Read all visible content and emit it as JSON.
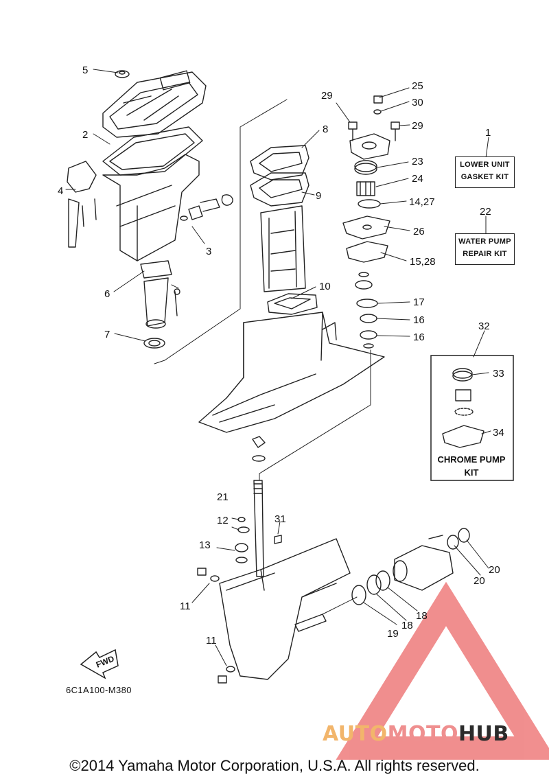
{
  "callouts": {
    "c1": "1",
    "c2": "2",
    "c3": "3",
    "c4": "4",
    "c5": "5",
    "c6": "6",
    "c7": "7",
    "c8": "8",
    "c9": "9",
    "c10": "10",
    "c11a": "11",
    "c11b": "11",
    "c12": "12",
    "c13": "13",
    "c14_27": "14,27",
    "c15_28": "15,28",
    "c16a": "16",
    "c16b": "16",
    "c17": "17",
    "c18a": "18",
    "c18b": "18",
    "c19": "19",
    "c20a": "20",
    "c20b": "20",
    "c21": "21",
    "c22": "22",
    "c23": "23",
    "c24": "24",
    "c25": "25",
    "c26": "26",
    "c29a": "29",
    "c29b": "29",
    "c30": "30",
    "c31": "31",
    "c32": "32",
    "c33": "33",
    "c34": "34"
  },
  "kits": {
    "lower_unit_gasket": {
      "line1": "LOWER UNIT",
      "line2": "GASKET KIT"
    },
    "water_pump_repair": {
      "line1": "WATER PUMP",
      "line2": "REPAIR KIT"
    },
    "chrome_pump": {
      "line1": "CHROME PUMP",
      "line2": "KIT"
    }
  },
  "fwd_label": "FWD",
  "diagram_code": "6C1A100-M380",
  "copyright": "©2014 Yamaha Motor Corporation, U.S.A. All rights reserved.",
  "watermark": {
    "part1": "AUTO",
    "part2": "MOTO",
    "part3": "HUB"
  },
  "colors": {
    "line": "#222222",
    "watermark_red": "#ee7b7b",
    "watermark_orange": "#f2b56b"
  }
}
